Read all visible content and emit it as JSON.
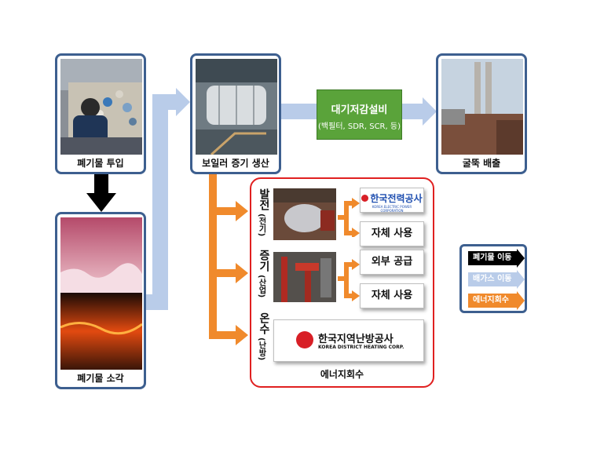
{
  "nodes": {
    "waste_input": "폐기물 투입",
    "waste_incineration": "폐기물 소각",
    "boiler_steam": "보일러 증기 생산",
    "chimney": "굴뚝 배출"
  },
  "air_pollution": {
    "title": "대기저감설비",
    "subtitle": "(백필터, SDR, SCR, 등)"
  },
  "energy_recovery": {
    "title": "에너지회수",
    "power": {
      "label_main": "발전",
      "label_sub": "(전기)"
    },
    "steam": {
      "label_main": "증기",
      "label_sub": "(산업)"
    },
    "hot_water": {
      "label_main": "온수",
      "label_sub": "(난방)"
    },
    "kepco": {
      "name": "한국전력공사",
      "name_en": "KOREA ELECTRIC POWER CORPORATION"
    },
    "self_use_1": "자체 사용",
    "external_supply": "외부 공급",
    "self_use_2": "자체 사용",
    "kdhc": {
      "name": "한국지역난방공사",
      "name_en": "KOREA DISTRICT HEATING CORP."
    }
  },
  "legend": {
    "waste_move": "폐기물 이동",
    "exhaust_move": "배가스 이동",
    "energy_recovery": "에너지회수"
  },
  "colors": {
    "card_border": "#3d5f8f",
    "flue_gas_arrow": "#b9cce9",
    "energy_arrow": "#f08a2c",
    "energy_box_border": "#e02020",
    "apc_box": "#5aa33a",
    "waste_arrow": "#000000"
  }
}
